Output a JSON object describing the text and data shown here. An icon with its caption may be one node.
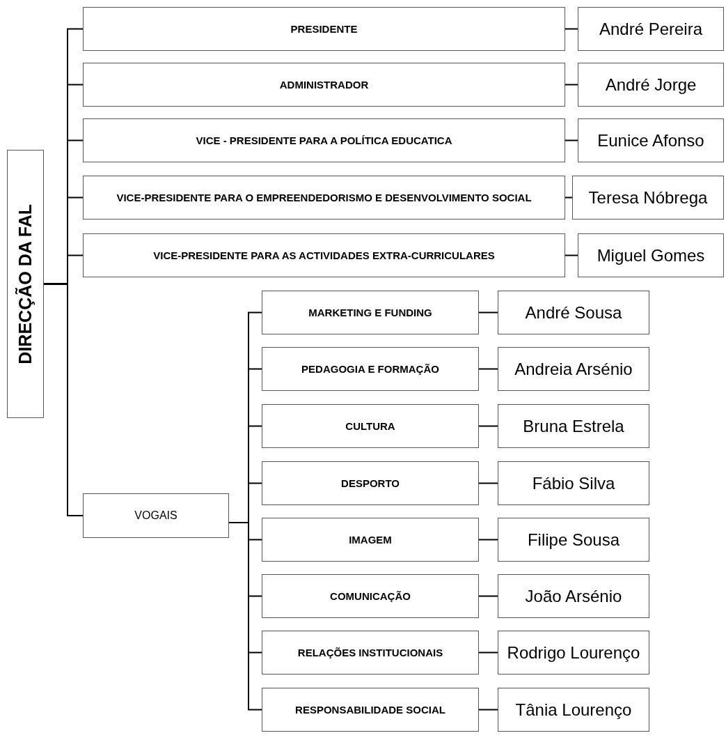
{
  "diagram": {
    "nodes": [
      {
        "text": [
          "DIRECÇÃO DA FAL"
        ]
      },
      {
        "text": [
          "PRESIDENTE"
        ]
      },
      {
        "text": [
          "André Pereira"
        ]
      },
      {
        "text": [
          "ADMINISTRADOR"
        ]
      },
      {
        "text": [
          "André Jorge"
        ]
      },
      {
        "text": [
          "VICE - PRESIDENTE PARA A POLÍTICA EDUCATICA"
        ]
      },
      {
        "text": [
          "Eunice Afonso"
        ]
      },
      {
        "text": [
          "VICE-PRESIDENTE PARA O EMPREENDEDORISMO E DESENVOLVIMENTO SOCIAL"
        ]
      },
      {
        "text": [
          "Teresa Nóbrega"
        ]
      },
      {
        "text": [
          "VICE-PRESIDENTE PARA AS ACTIVIDADES EXTRA-CURRICULARES"
        ]
      },
      {
        "text": [
          "Miguel Gomes"
        ]
      },
      {
        "text": [
          "VOGAIS"
        ]
      },
      {
        "text": [
          "MARKETING E FUNDING"
        ]
      },
      {
        "text": [
          "André Sousa"
        ]
      },
      {
        "text": [
          "PEDAGOGIA E FORMAÇÃO"
        ]
      },
      {
        "text": [
          "Andreia Arsénio"
        ]
      },
      {
        "text": [
          "CULTURA"
        ]
      },
      {
        "text": [
          "Bruna Estrela"
        ]
      },
      {
        "text": [
          "DESPORTO"
        ]
      },
      {
        "text": [
          "Fábio Silva"
        ]
      },
      {
        "text": [
          "IMAGEM"
        ]
      },
      {
        "text": [
          "Filipe Sousa"
        ]
      },
      {
        "text": [
          "COMUNICAÇÃO"
        ]
      },
      {
        "text": [
          "João Arsénio"
        ]
      },
      {
        "text": [
          "RELAÇÕES INSTITUCIONAIS"
        ]
      },
      {
        "text": [
          "Rodrigo Lourenço"
        ]
      },
      {
        "text": [
          "RESPONSABILIDADE SOCIAL"
        ]
      },
      {
        "text": [
          "Tânia Lourenço"
        ]
      }
    ],
    "edges": [
      {
        "from": 0,
        "to": 1,
        "arrow": "none"
      },
      {
        "from": 0,
        "to": 3,
        "arrow": "none"
      },
      {
        "from": 0,
        "to": 5,
        "arrow": "none"
      },
      {
        "from": 0,
        "to": 7,
        "arrow": "none"
      },
      {
        "from": 0,
        "to": 9,
        "arrow": "none"
      },
      {
        "from": 0,
        "to": 11,
        "arrow": "none"
      },
      {
        "from": 1,
        "to": 2,
        "arrow": "none"
      },
      {
        "from": 3,
        "to": 4,
        "arrow": "none"
      },
      {
        "from": 5,
        "to": 6,
        "arrow": "none"
      },
      {
        "from": 7,
        "to": 8,
        "arrow": "none"
      },
      {
        "from": 9,
        "to": 10,
        "arrow": "none"
      },
      {
        "from": 11,
        "to": 12,
        "arrow": "none"
      },
      {
        "from": 11,
        "to": 14,
        "arrow": "none"
      },
      {
        "from": 11,
        "to": 16,
        "arrow": "none"
      },
      {
        "from": 11,
        "to": 18,
        "arrow": "none"
      },
      {
        "from": 11,
        "to": 20,
        "arrow": "none"
      },
      {
        "from": 11,
        "to": 22,
        "arrow": "none"
      },
      {
        "from": 11,
        "to": 24,
        "arrow": "none"
      },
      {
        "from": 11,
        "to": 26,
        "arrow": "none"
      },
      {
        "from": 12,
        "to": 13,
        "arrow": "none"
      },
      {
        "from": 14,
        "to": 15,
        "arrow": "none"
      },
      {
        "from": 16,
        "to": 17,
        "arrow": "none"
      },
      {
        "from": 18,
        "to": 19,
        "arrow": "none"
      },
      {
        "from": 20,
        "to": 21,
        "arrow": "none"
      },
      {
        "from": 22,
        "to": 23,
        "arrow": "none"
      },
      {
        "from": 24,
        "to": 25,
        "arrow": "none"
      },
      {
        "from": 26,
        "to": 27,
        "arrow": "none"
      }
    ]
  }
}
